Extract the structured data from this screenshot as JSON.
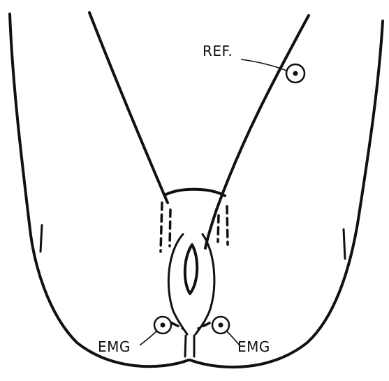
{
  "diagram": {
    "electrodes": [
      {
        "id": "ref",
        "label": "REF."
      },
      {
        "id": "emg-left",
        "label": "EMG"
      },
      {
        "id": "emg-right",
        "label": "EMG"
      }
    ]
  }
}
